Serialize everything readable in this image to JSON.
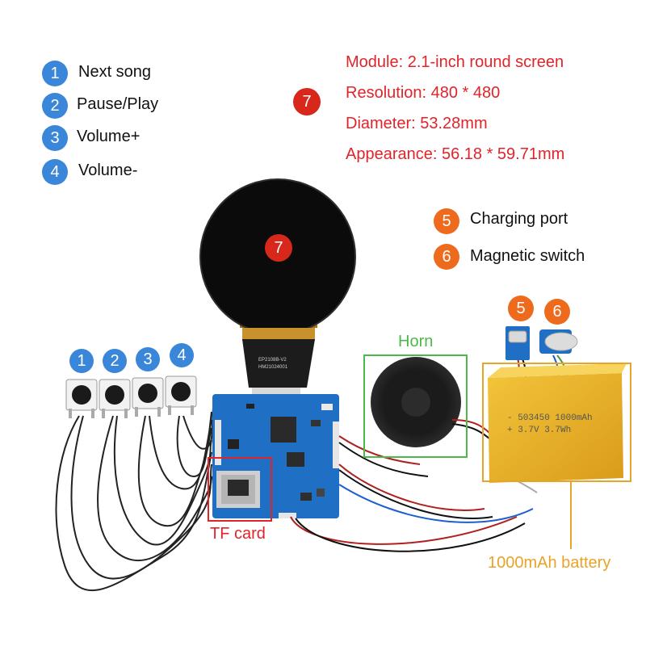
{
  "legend": [
    {
      "num": "1",
      "label": "Next song"
    },
    {
      "num": "2",
      "label": "Pause/Play"
    },
    {
      "num": "3",
      "label": "Volume+"
    },
    {
      "num": "4",
      "label": "Volume-"
    }
  ],
  "module_marker": "7",
  "specs": {
    "module": "Module: 2.1-inch round screen",
    "resolution": "Resolution: 480 * 480",
    "diameter": "Diameter: 53.28mm",
    "appearance": "Appearance: 56.18 * 59.71mm"
  },
  "ports": [
    {
      "num": "5",
      "label": "Charging port"
    },
    {
      "num": "6",
      "label": "Magnetic switch"
    }
  ],
  "screen_marker": "7",
  "button_markers": [
    "1",
    "2",
    "3",
    "4"
  ],
  "port_markers": [
    "5",
    "6"
  ],
  "labels": {
    "horn": "Horn",
    "tf_card": "TF card",
    "battery": "1000mAh battery"
  },
  "fpc_text": [
    "EP2108B-V2",
    "HM21024001"
  ],
  "battery_print": [
    "- 503450 1000mAh",
    "+ 3.7V 3.7Wh"
  ],
  "colors": {
    "legend_badge": "#3a86d8",
    "port_badge": "#ee6a1c",
    "screen_badge": "#d8281c",
    "spec_text": "#e0242a",
    "horn_frame": "#4db84a",
    "tf_frame": "#e0242a",
    "battery_frame": "#e8a428",
    "pcb": "#1f6fc4"
  }
}
